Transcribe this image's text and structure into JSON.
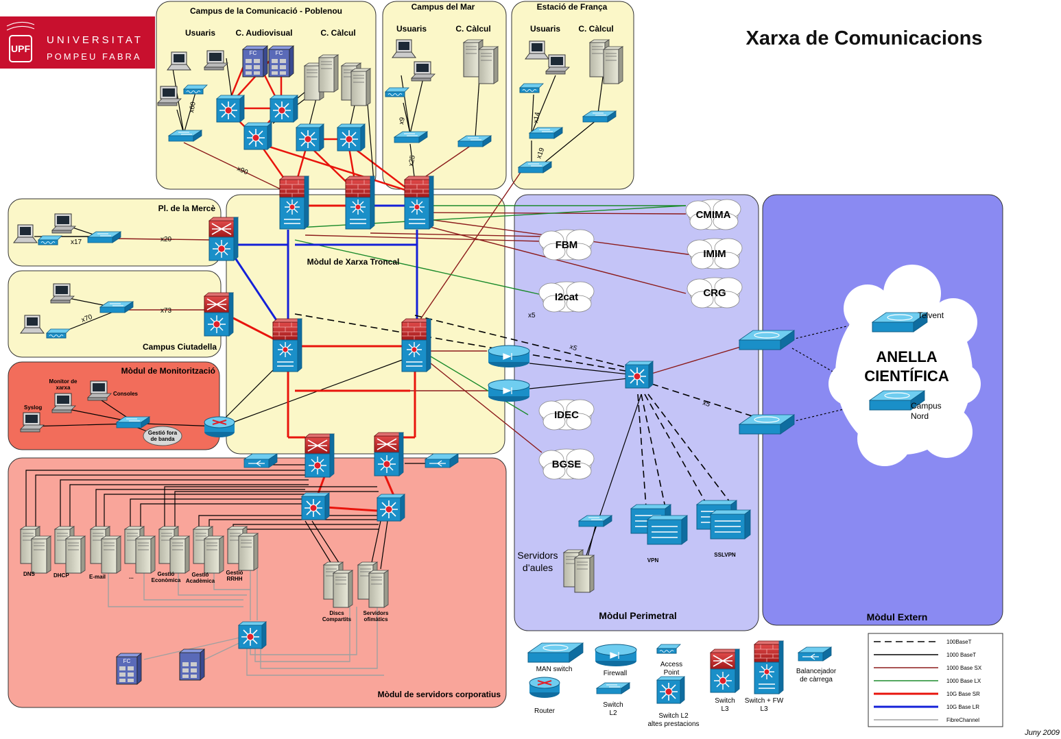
{
  "title": "Xarxa de Comunicacions",
  "logo": {
    "line1": "UNIVERSITAT",
    "line2": "POMPEU FABRA",
    "mark": "UPF"
  },
  "date": "Juny 2009",
  "colors": {
    "logo_red": "#c8102e",
    "campus_fill": "#fbf7c8",
    "monitor_fill": "#f26d5b",
    "corporate_fill": "#f9a59a",
    "perimetral_fill": "#c4c4f7",
    "extern_fill": "#8a8af2",
    "red_link": "#e8140c",
    "blue_link": "#1420d8",
    "darkred_link": "#8b1a1a",
    "green_link": "#1a8a2a",
    "fibre_link": "#a0a0a0",
    "device_blue": "#1a8fc8"
  },
  "zones": {
    "poblenou": {
      "title": "Campus de la Comunicació - Poblenou",
      "usuaris": "Usuaris",
      "audiovisual": "C. Audiovisual",
      "calcul": "C. Càlcul",
      "x60": "x60",
      "x90": "x90",
      "fc": "FC"
    },
    "mar": {
      "title": "Campus del Mar",
      "usuaris": "Usuaris",
      "calcul": "C. Càlcul",
      "x9": "x9",
      "x25": "x25"
    },
    "franca": {
      "title": "Estació de França",
      "usuaris": "Usuaris",
      "calcul": "C. Càlcul",
      "x14": "x14",
      "x19": "x19"
    },
    "merce": {
      "title": "Pl. de la Mercè",
      "x17": "x17",
      "x20": "x20"
    },
    "ciutadella": {
      "title": "Campus Ciutadella",
      "x70": "x70",
      "x73": "x73"
    },
    "troncal": {
      "title": "Mòdul de Xarxa Troncal",
      "x5": "x5"
    },
    "monitor": {
      "title": "Mòdul de Monitorització",
      "monitor": "Monitor de\nxarxa",
      "consoles": "Consoles",
      "syslog": "Syslog",
      "gestio": "Gestió fora\nde banda"
    },
    "corporate": {
      "title": "Mòdul de servidors corporatius",
      "servers": [
        "DNS",
        "DHCP",
        "E-mail",
        "...",
        "Gestió\nEconòmica",
        "Gestió\nAcadèmica",
        "Gestió\nRRHH"
      ],
      "discs": "Discs\nCompartits",
      "ofimatics": "Servidors\nofimàtics"
    },
    "perimetral": {
      "title": "Mòdul Perimetral",
      "vpn": "VPN",
      "sslvpn": "SSLVPN",
      "servidors_aules": "Servidors\nd’aules",
      "x5": "x5"
    },
    "extern": {
      "title": "Mòdul Extern",
      "anella": "ANELLA\nCIENTÍFICA",
      "telvent": "Telvent",
      "campus_nord": "Campus\nNord"
    }
  },
  "clouds": [
    "CMIMA",
    "FBM",
    "IMIM",
    "I2cat",
    "CRG",
    "IDEC",
    "BGSE"
  ],
  "device_legend": [
    {
      "label": "MAN switch",
      "icon": "man-switch-icon"
    },
    {
      "label": "Router",
      "icon": "router-icon"
    },
    {
      "label": "Firewall",
      "icon": "firewall-icon"
    },
    {
      "label": "Switch\nL2",
      "icon": "switch-l2-icon"
    },
    {
      "label": "Access\nPoint",
      "icon": "access-point-icon"
    },
    {
      "label": "Switch L2\naltes prestacions",
      "icon": "switch-l2-hp-icon"
    },
    {
      "label": "Switch\nL3",
      "icon": "switch-l3-icon"
    },
    {
      "label": "Switch + FW\nL3",
      "icon": "switch-fw-l3-icon"
    },
    {
      "label": "Balancejador\nde càrrega",
      "icon": "load-balancer-icon"
    }
  ],
  "line_legend": [
    {
      "label": "100BaseT",
      "color": "#000000",
      "style": "dashed"
    },
    {
      "label": "1000 BaseT",
      "color": "#000000",
      "style": "solid"
    },
    {
      "label": "1000 Base SX",
      "color": "#8b1a1a",
      "style": "solid"
    },
    {
      "label": "1000 Base LX",
      "color": "#1a8a2a",
      "style": "solid"
    },
    {
      "label": "10G Base SR",
      "color": "#e8140c",
      "style": "thick"
    },
    {
      "label": "10G Base LR",
      "color": "#1420d8",
      "style": "thick"
    },
    {
      "label": "FibreChannel",
      "color": "#a0a0a0",
      "style": "solid"
    }
  ]
}
